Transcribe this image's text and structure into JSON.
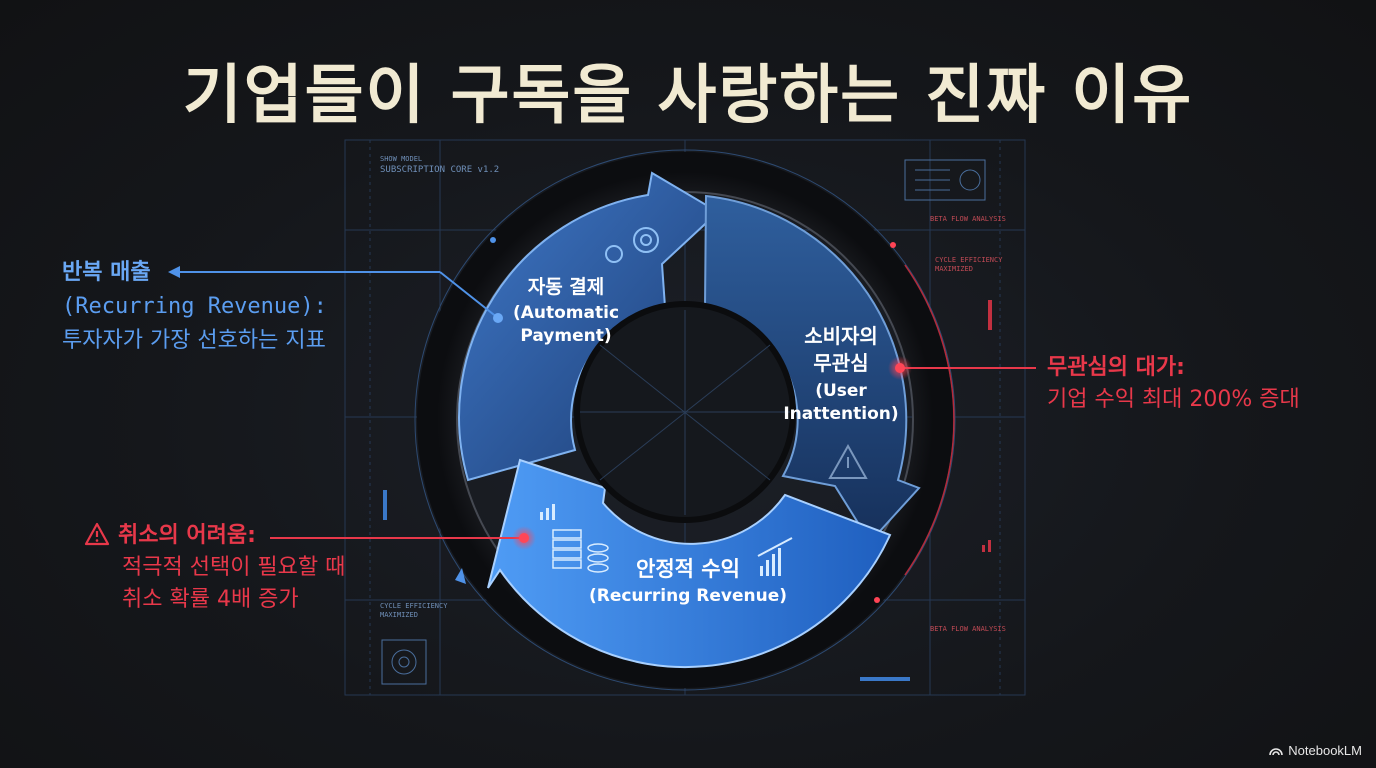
{
  "title": "기업들이 구독을 사랑하는 진짜 이유",
  "cycle": {
    "segments": [
      {
        "line1": "자동 결제",
        "line2": "(Automatic",
        "line3": "Payment)"
      },
      {
        "line1": "소비자의",
        "line2": "무관심",
        "line3": "(User",
        "line4": "Inattention)"
      },
      {
        "line1": "안정적 수익",
        "line2": "(Recurring Revenue)"
      }
    ],
    "tiny_text": {
      "model_line1": "SHOW MODEL",
      "model_line2": "SUBSCRIPTION CORE v1.2",
      "flow_top": "BETA FLOW ANALYSIS",
      "cycle_right1": "CYCLE EFFICIENCY",
      "cycle_right2": "MAXIMIZED",
      "flow_bottom": "BETA FLOW ANALYSIS",
      "cycle_left1": "CYCLE EFFICIENCY",
      "cycle_left2": "MAXIMIZED"
    }
  },
  "callouts": {
    "recurring": {
      "heading": "반복 매출",
      "english": "(Recurring Revenue):",
      "body": "투자자가 가장 선호하는 지표"
    },
    "inattention": {
      "heading": "무관심의 대가:",
      "body": "기업 수익 최대 200% 증대"
    },
    "cancel": {
      "heading": "취소의 어려움:",
      "body_line1": "적극적 선택이 필요할 때",
      "body_line2": "취소 확률 4배 증가"
    }
  },
  "brand": "NotebookLM",
  "colors": {
    "title": "#f1ead2",
    "blue_accent": "#5b9df0",
    "red_accent": "#e8384a",
    "background": "#15171b"
  }
}
